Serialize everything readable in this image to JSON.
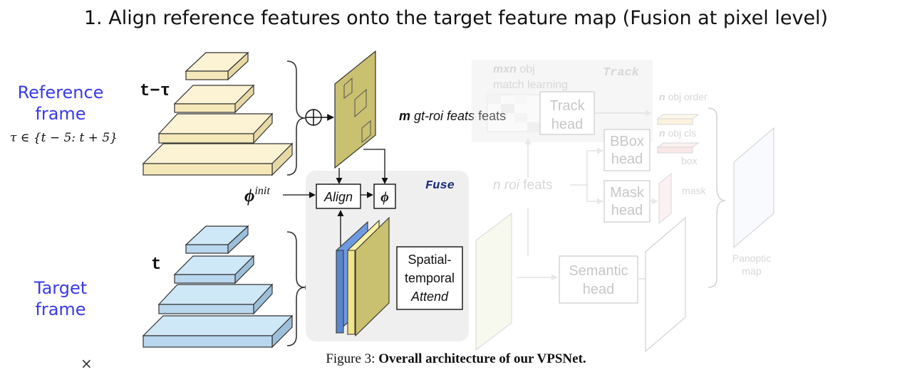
{
  "title": "1. Align reference features onto the target feature map (Fusion at pixel level)",
  "reference_label": [
    "Reference",
    "frame"
  ],
  "tau_range": "τ ∈ {t − 5: t + 5}",
  "target_label": [
    "Target",
    "frame"
  ],
  "close_symbol": "×",
  "diagram": {
    "t_minus_tau": "t−τ",
    "t": "t",
    "oplus": "⊕",
    "m_feats": {
      "m": "m",
      "rest": " gt-roi feats"
    },
    "phi_init": {
      "phi": "ϕ",
      "sup": "init"
    },
    "align": "Align",
    "phi": "ϕ",
    "fuse": "Fuse",
    "attend": [
      "Spatial-",
      "temporal",
      "Attend"
    ],
    "match": {
      "mxn": "mxn",
      "obj": " obj",
      "line2": "match learning"
    },
    "track_title": "Track",
    "track_head": [
      "Track",
      "head"
    ],
    "n_roi": {
      "n": "n",
      "rest": " roi feats"
    },
    "n_obj_order": {
      "n": "n",
      "rest": " obj order"
    },
    "n_obj_cls": {
      "n": "n",
      "rest": " obj cls"
    },
    "box": "box",
    "mask": "mask",
    "bbox_head": [
      "BBox",
      "head"
    ],
    "mask_head": [
      "Mask",
      "head"
    ],
    "semantic_head": [
      "Semantic",
      "head"
    ],
    "panoptic": [
      "Panoptic",
      "map"
    ]
  },
  "caption": {
    "prefix": "Figure 3: ",
    "bold": "Overall architecture of our VPSNet."
  },
  "colors": {
    "label_blue": "#3a3ae8",
    "ref_fill": "#fcf3d4",
    "target_fill": "#cfe8f8",
    "feat_olive": "#c9c070",
    "feat_blue": "#6e9adf",
    "feat_yellow": "#fbf1a6",
    "fuse_bg": "#efefef",
    "faded": "#b9b9b9"
  }
}
